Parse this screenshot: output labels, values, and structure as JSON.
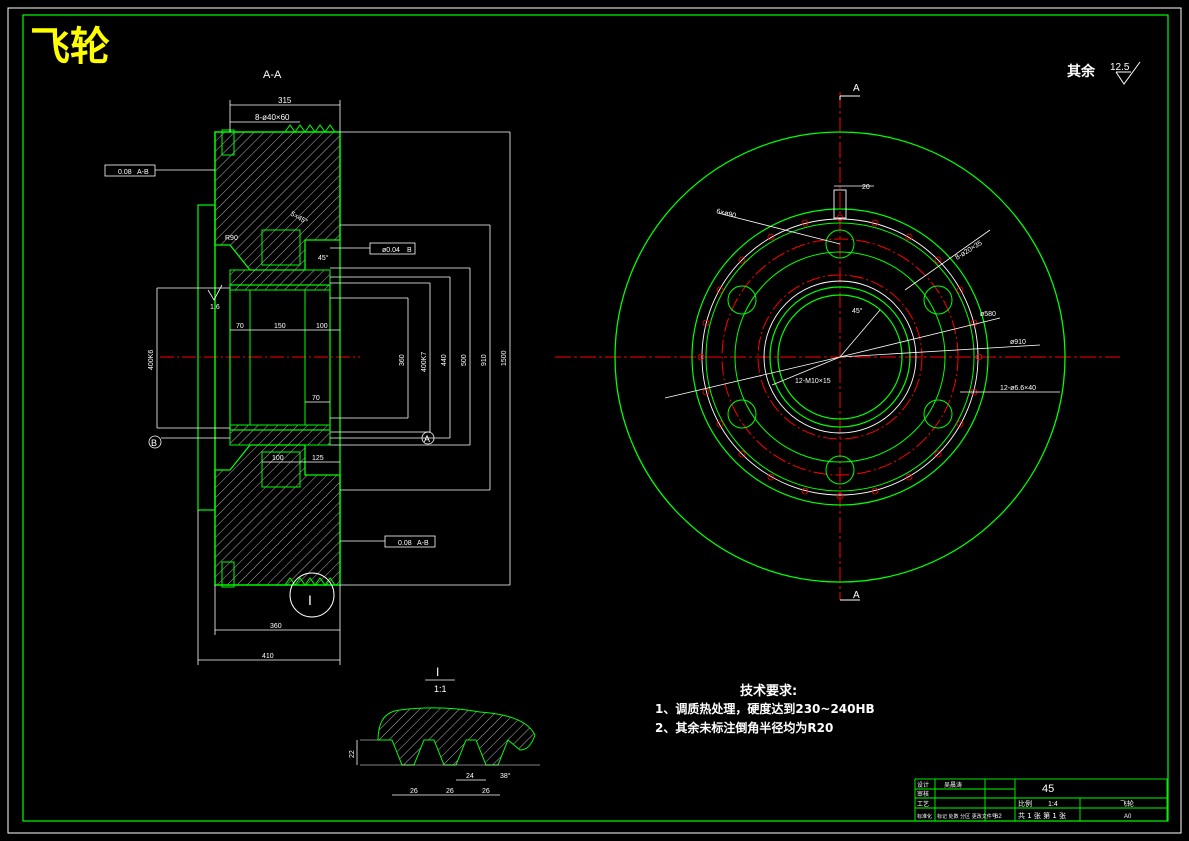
{
  "drawing": {
    "title": "飞轮",
    "section_label": "A-A",
    "roughness_text": "其余",
    "roughness_value": "12.5",
    "datum_A": "A",
    "datum_B": "B",
    "cut_mark_top": "A",
    "cut_mark_bottom": "A",
    "detail_label": "I",
    "detail_title": "I",
    "detail_scale": "1:1"
  },
  "dimensions": {
    "d315": "315",
    "holes_top": "8-ø40×60",
    "tol_top": "0.08",
    "tol_ref_top": "A-B",
    "chamfer": "5×45°",
    "r_val": "R90",
    "angle_45": "45°",
    "conc_tol": "ø0.04",
    "conc_ref": "B",
    "rough_16": "1.6",
    "d70a": "70",
    "d150": "150",
    "d100": "100",
    "d70b": "70",
    "d100b": "100",
    "d125": "125",
    "d400k": "400K6",
    "d360": "360",
    "d400k7": "400K7",
    "d440": "440",
    "d500": "500",
    "d910": "910",
    "d1500": "1500",
    "tol_bot": "0.08",
    "tol_ref_bot": "A-B",
    "d360w": "360",
    "d410": "410",
    "d20": "20",
    "six_holes": "6×ø90",
    "eight_holes": "8-ø20×35",
    "twelve_m10": "12-M10×15",
    "twelve_holes": "12-ø6.6×40",
    "d580": "ø580",
    "d910r": "ø910",
    "ang45": "45°",
    "det_22": "22",
    "det_26a": "26",
    "det_26b": "26",
    "det_26c": "26",
    "det_24": "24",
    "det_38": "38°"
  },
  "notes": {
    "heading": "技术要求:",
    "line1": "1、调质热处理，硬度达到230~240HB",
    "line2": "2、其余未标注倒角半径均为R20"
  },
  "title_block": {
    "r1c1": "设计",
    "r1c2": "吴晨涛",
    "r2c1": "审核",
    "r3c1": "工艺",
    "r4c1": "标准化",
    "material": "45",
    "scale_label": "比例",
    "scale_val": "1:4",
    "part_name": "飞轮",
    "sheets": "共 1 张  第 1 张",
    "fmt": "A0",
    "mark": "标记 处数 分区 更改文件号",
    "weight": "62"
  },
  "colors": {
    "frame": "#00ff00",
    "outline": "#00ff00",
    "center": "#ff0000",
    "dim": "#ffffff",
    "title": "#ffff00",
    "hatch": "#ffffff"
  }
}
